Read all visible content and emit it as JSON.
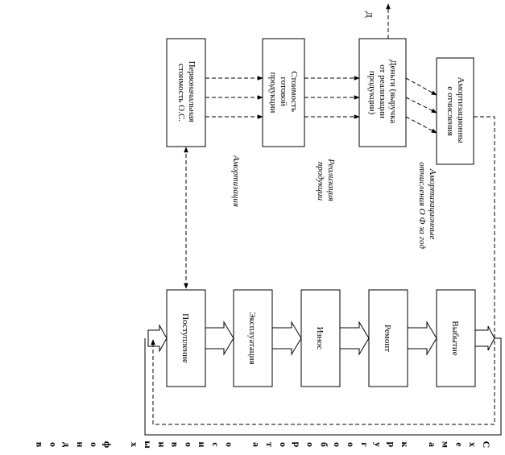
{
  "top_boxes": [
    {
      "id": "initial_cost",
      "lines": [
        "Первоначальная",
        "стоимость О.С."
      ]
    },
    {
      "id": "product_cost",
      "lines": [
        "Стоимость",
        "готовой",
        "продукции"
      ]
    },
    {
      "id": "money",
      "lines": [
        "Деньги (выручка",
        "от реализации",
        "продукции)"
      ]
    },
    {
      "id": "depreciation_deductions",
      "lines": [
        "Амортизационны",
        "е отчисления"
      ]
    }
  ],
  "bottom_boxes": [
    {
      "id": "arrival",
      "label": "Поступление"
    },
    {
      "id": "operation",
      "label": "Эксплуатация"
    },
    {
      "id": "wear",
      "label": "Износ"
    },
    {
      "id": "repair",
      "label": "Ремонт"
    },
    {
      "id": "disposal",
      "label": "Выбытие"
    }
  ],
  "annotations": {
    "amortization": "Амортизация",
    "sales_lines": [
      "Реализация",
      "продукции"
    ],
    "annual_lines": [
      "Амортизационные",
      "отчисления О Ф за год"
    ],
    "d_letter": "Д"
  },
  "side_caption_chars": [
    "С",
    "х",
    "е",
    "м",
    "а",
    "",
    "к",
    "р",
    "у",
    "г",
    "о",
    "о",
    "б",
    "о",
    "р",
    "о",
    "т",
    "а",
    "",
    "о",
    "с",
    "н",
    "о",
    "в",
    "н",
    "ы",
    "х",
    "",
    "ф",
    "о",
    "н",
    "д",
    "о",
    "в"
  ]
}
